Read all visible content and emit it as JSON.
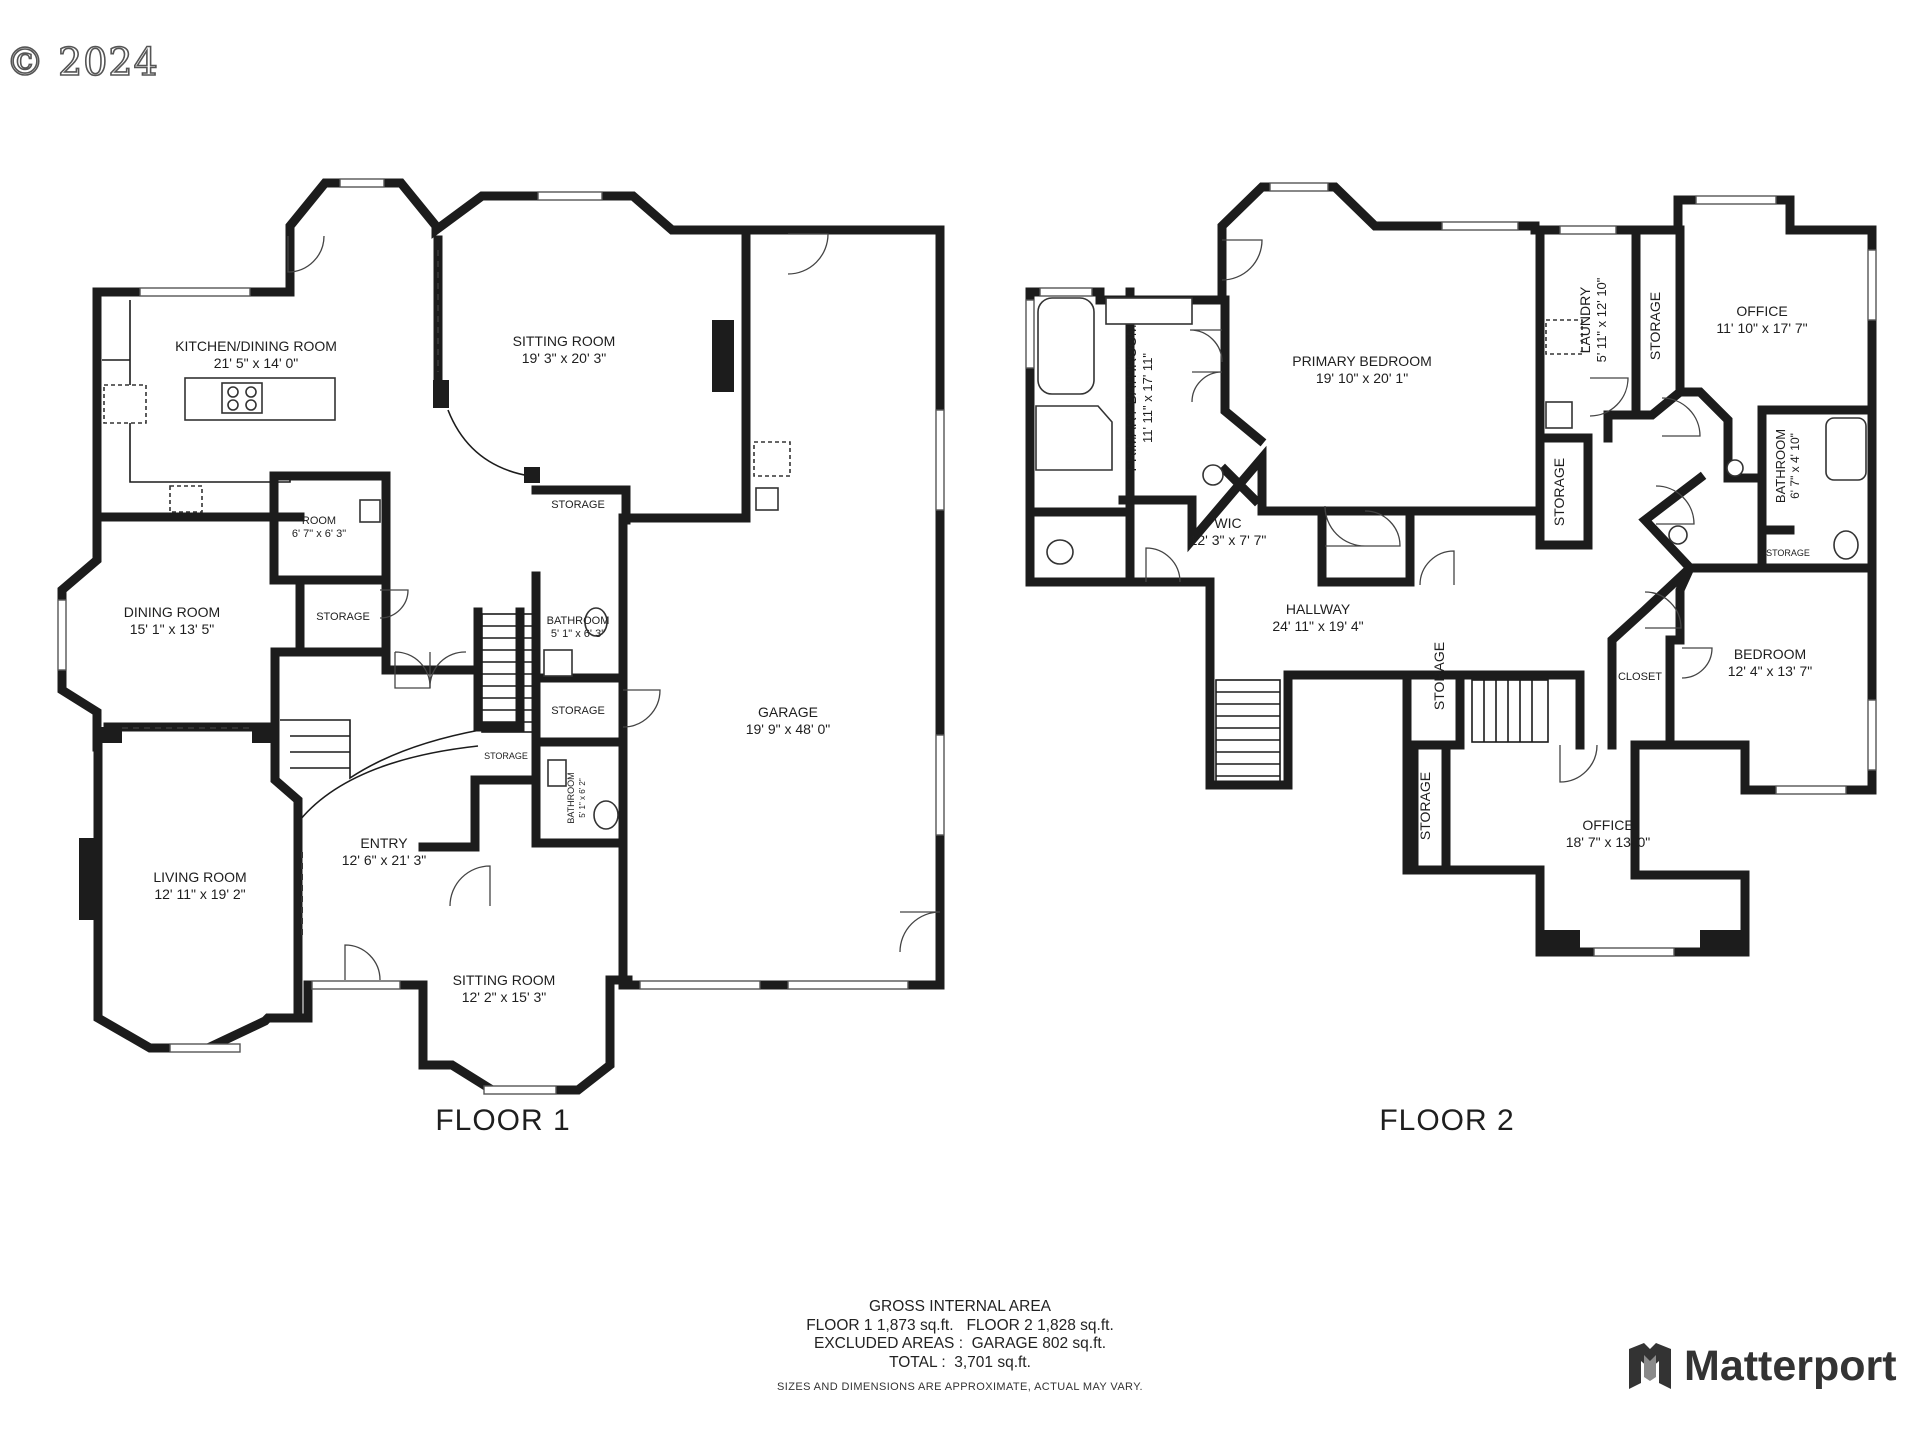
{
  "copyright": "© 2024",
  "floor1": {
    "title": "FLOOR 1",
    "rooms": {
      "kitchen": {
        "name": "KITCHEN/DINING ROOM",
        "dims": "21' 5\" x 14' 0\""
      },
      "sitting_top": {
        "name": "SITTING ROOM",
        "dims": "19' 3\" x 20' 3\""
      },
      "room_small": {
        "name": "ROOM",
        "dims": "6' 7\" x 6' 3\""
      },
      "storage_a": {
        "name": "STORAGE"
      },
      "dining": {
        "name": "DINING ROOM",
        "dims": "15' 1\" x 13' 5\""
      },
      "storage_b": {
        "name": "STORAGE"
      },
      "bath_a": {
        "name": "BATHROOM",
        "dims": "5' 1\" x 6' 3\""
      },
      "storage_c": {
        "name": "STORAGE"
      },
      "storage_d": {
        "name": "STORAGE"
      },
      "bath_b": {
        "name": "BATHROOM",
        "dims": "5' 1\" x 6' 2\""
      },
      "garage": {
        "name": "GARAGE",
        "dims": "19' 9\" x 48' 0\""
      },
      "entry": {
        "name": "ENTRY",
        "dims": "12' 6\" x 21' 3\""
      },
      "living": {
        "name": "LIVING ROOM",
        "dims": "12' 11\" x 19' 2\""
      },
      "sitting_bottom": {
        "name": "SITTING ROOM",
        "dims": "12' 2\" x 15' 3\""
      }
    }
  },
  "floor2": {
    "title": "FLOOR 2",
    "rooms": {
      "primary_bath": {
        "name": "PRIMARY BATHROOM",
        "dims": "11' 11\" x 17' 11\""
      },
      "primary_bed": {
        "name": "PRIMARY BEDROOM",
        "dims": "19' 10\" x 20' 1\""
      },
      "wic": {
        "name": "WIC",
        "dims": "12' 3\" x 7' 7\""
      },
      "laundry": {
        "name": "LAUNDRY",
        "dims": "5' 11\" x 12' 10\""
      },
      "storage_a": {
        "name": "STORAGE"
      },
      "office_top": {
        "name": "OFFICE",
        "dims": "11' 10\" x 17' 7\""
      },
      "storage_b": {
        "name": "STORAGE"
      },
      "bath": {
        "name": "BATHROOM",
        "dims": "6' 7\" x 4' 10\""
      },
      "storage_c": {
        "name": "STORAGE"
      },
      "hallway": {
        "name": "HALLWAY",
        "dims": "24' 11\" x 19' 4\""
      },
      "storage_d": {
        "name": "STORAGE"
      },
      "closet": {
        "name": "CLOSET"
      },
      "bedroom": {
        "name": "BEDROOM",
        "dims": "12' 4\" x 13' 7\""
      },
      "storage_e": {
        "name": "STORAGE"
      },
      "office_bottom": {
        "name": "OFFICE",
        "dims": "18' 7\" x 13' 0\""
      }
    }
  },
  "area_summary": {
    "heading": "GROSS INTERNAL AREA",
    "line1": "FLOOR 1 1,873 sq.ft.   FLOOR 2 1,828 sq.ft.",
    "line2": "EXCLUDED AREAS :  GARAGE 802 sq.ft.",
    "line3": "TOTAL :  3,701 sq.ft.",
    "disclaimer": "SIZES AND DIMENSIONS ARE APPROXIMATE, ACTUAL MAY VARY."
  },
  "brand": {
    "name": "Matterport",
    "logo_icon": "matterport-logo-icon",
    "color": "#333333"
  }
}
